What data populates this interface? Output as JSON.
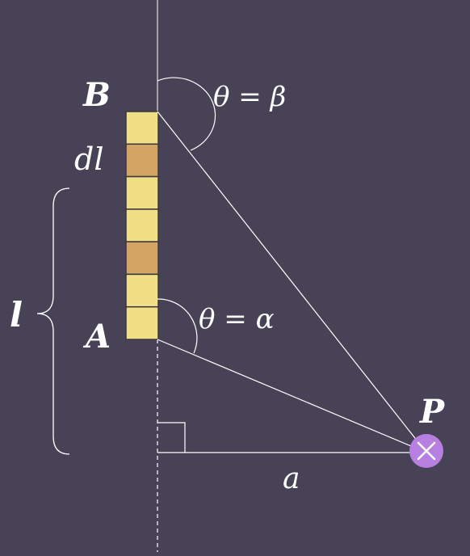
{
  "colors": {
    "background": "#474256",
    "line": "#ffffff",
    "segment_fill": "#f1df85",
    "segment_highlight": "#d2a564",
    "point_fill": "#b77fe0"
  },
  "labels": {
    "B": "B",
    "A": "A",
    "dl": "dl",
    "l": "l",
    "P": "P",
    "a": "a",
    "theta_beta": "θ = β",
    "theta_alpha": "θ = α"
  },
  "wire": {
    "segments": [
      "normal",
      "highlight",
      "normal",
      "normal",
      "highlight",
      "normal",
      "normal"
    ]
  },
  "icons": {
    "point_marker": "cross-in-circle-icon",
    "right_angle": "right-angle-marker",
    "brace": "curly-brace"
  }
}
